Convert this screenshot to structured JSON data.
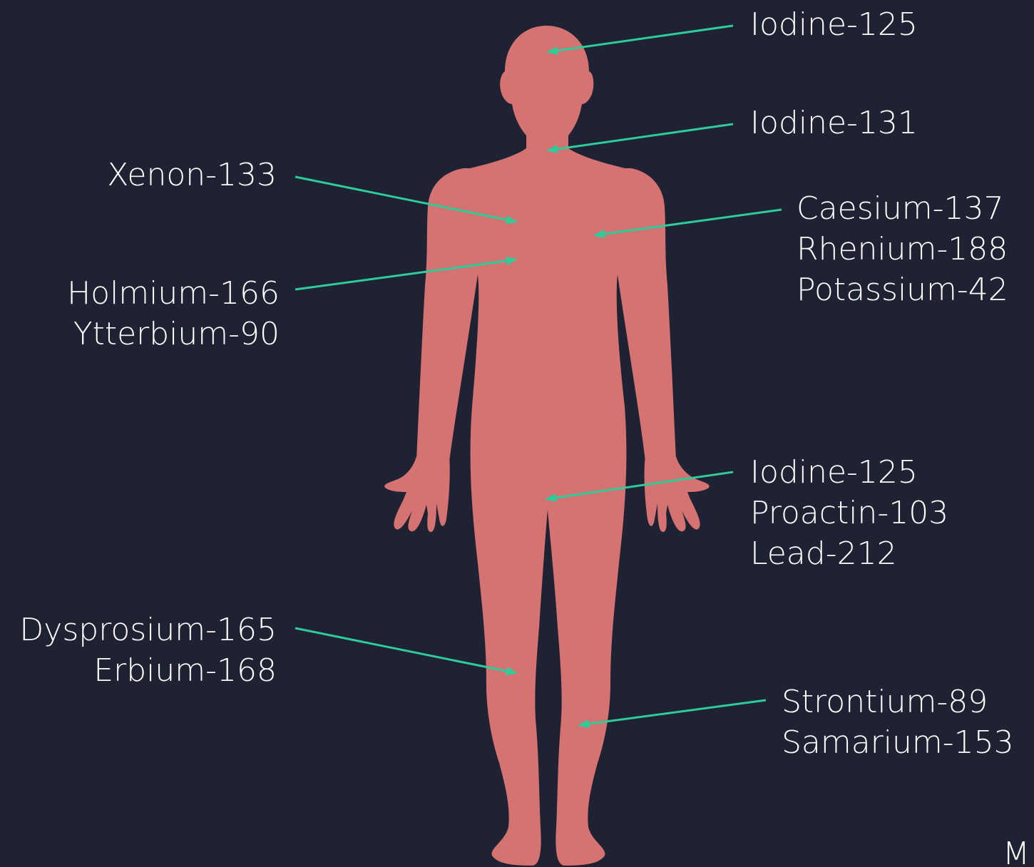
{
  "colors": {
    "background": "#1e2233",
    "body": "#d57272",
    "arrow": "#2ecc9a",
    "text": "#ffffff"
  },
  "labels": {
    "head": [
      "Iodine-125"
    ],
    "neck": [
      "Iodine-131"
    ],
    "lungs": [
      "Xenon-133"
    ],
    "chest_right": [
      "Caesium-137",
      "Rhenium-188",
      "Potassium-42"
    ],
    "chest_left": [
      "Holmium-166",
      "Ytterbium-90"
    ],
    "pelvis": [
      "Iodine-125",
      "Proactin-103",
      "Lead-212"
    ],
    "thigh": [
      "Dysprosium-165",
      "Erbium-168"
    ],
    "bone": [
      "Strontium-89",
      "Samarium-153"
    ]
  },
  "corner_mark": "M"
}
